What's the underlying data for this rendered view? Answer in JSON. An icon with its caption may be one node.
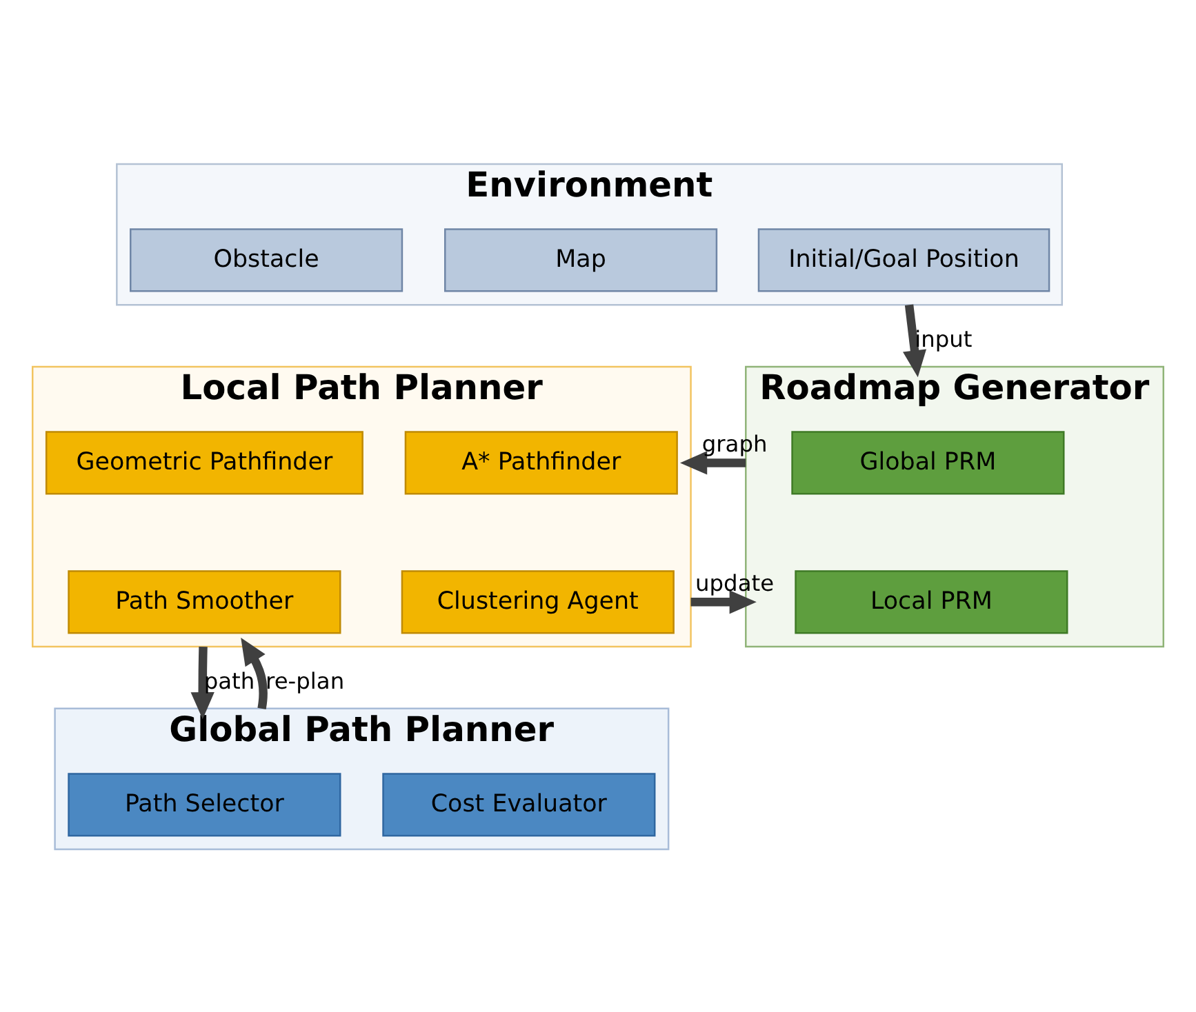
{
  "diagram": {
    "nodes": [
      {
        "text": [
          "Environment"
        ]
      },
      {
        "text": [
          "Map"
        ],
        "in": 0
      },
      {
        "text": [
          "Initial/Goal Position"
        ],
        "in": 0
      },
      {
        "text": [
          "Obstacle"
        ],
        "in": 0
      },
      {
        "text": [
          "Roadmap Generator"
        ]
      },
      {
        "text": [
          "Global PRM"
        ],
        "in": 4
      },
      {
        "text": [
          "Local PRM"
        ],
        "in": 4
      },
      {
        "text": [
          "Local Path Planner"
        ]
      },
      {
        "text": [
          "A* Pathfinder"
        ],
        "in": 7
      },
      {
        "text": [
          "Geometric Pathfinder"
        ],
        "in": 7
      },
      {
        "text": [
          "Clustering Agent"
        ],
        "in": 7
      },
      {
        "text": [
          "Path Smoother"
        ],
        "in": 7
      },
      {
        "text": [
          "Global Path Planner"
        ]
      },
      {
        "text": [
          "Cost Evaluator"
        ],
        "in": 12
      },
      {
        "text": [
          "Path Selector"
        ],
        "in": 12
      }
    ],
    "edges": [
      {
        "from": 0,
        "to": 4,
        "arrow": "to",
        "label": "input"
      },
      {
        "from": 4,
        "to": 7,
        "arrow": "to",
        "label": "graph"
      },
      {
        "from": 7,
        "to": 4,
        "arrow": "to",
        "label": "update"
      },
      {
        "from": 7,
        "to": 12,
        "arrow": "to",
        "label": "path"
      },
      {
        "from": 12,
        "to": 7,
        "arrow": "to",
        "label": "re-plan"
      }
    ]
  }
}
